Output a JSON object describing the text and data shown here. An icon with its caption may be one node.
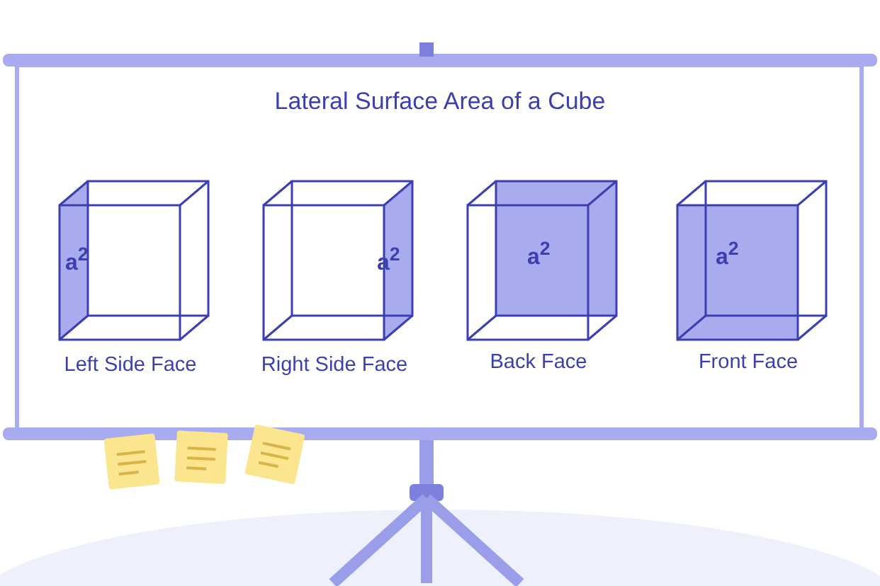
{
  "diagram": {
    "title": "Lateral Surface Area of a Cube",
    "labels": [
      "a$^{2}$",
      "a$^{2}$",
      "a$^{2}$",
      "a$^{2}$",
      "Left Side Face",
      "Right Side Face",
      "Back Face",
      "Front Face"
    ]
  }
}
